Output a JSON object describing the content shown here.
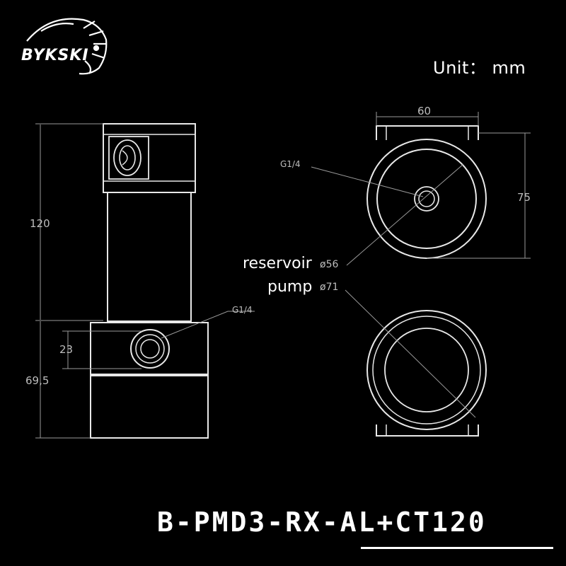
{
  "header": {
    "brand": "BYKSKI",
    "unit_label": "Unit： mm"
  },
  "footer": {
    "model_code": "B-PMD3-RX-AL+CT120"
  },
  "side_view": {
    "height_total": "120",
    "height_pump": "69,5",
    "port_offset": "23",
    "port_label": "G1/4"
  },
  "top_view": {
    "width": "60",
    "depth": "75",
    "port_label": "G1/4",
    "reservoir_label": "reservoir",
    "reservoir_diameter": "ø56",
    "pump_label": "pump",
    "pump_diameter": "ø71"
  },
  "colors": {
    "background": "#000000",
    "line": "#e8e8e8",
    "dim_line": "#9a9a9a",
    "text": "#ffffff",
    "dim_text": "#bdbdbd"
  }
}
